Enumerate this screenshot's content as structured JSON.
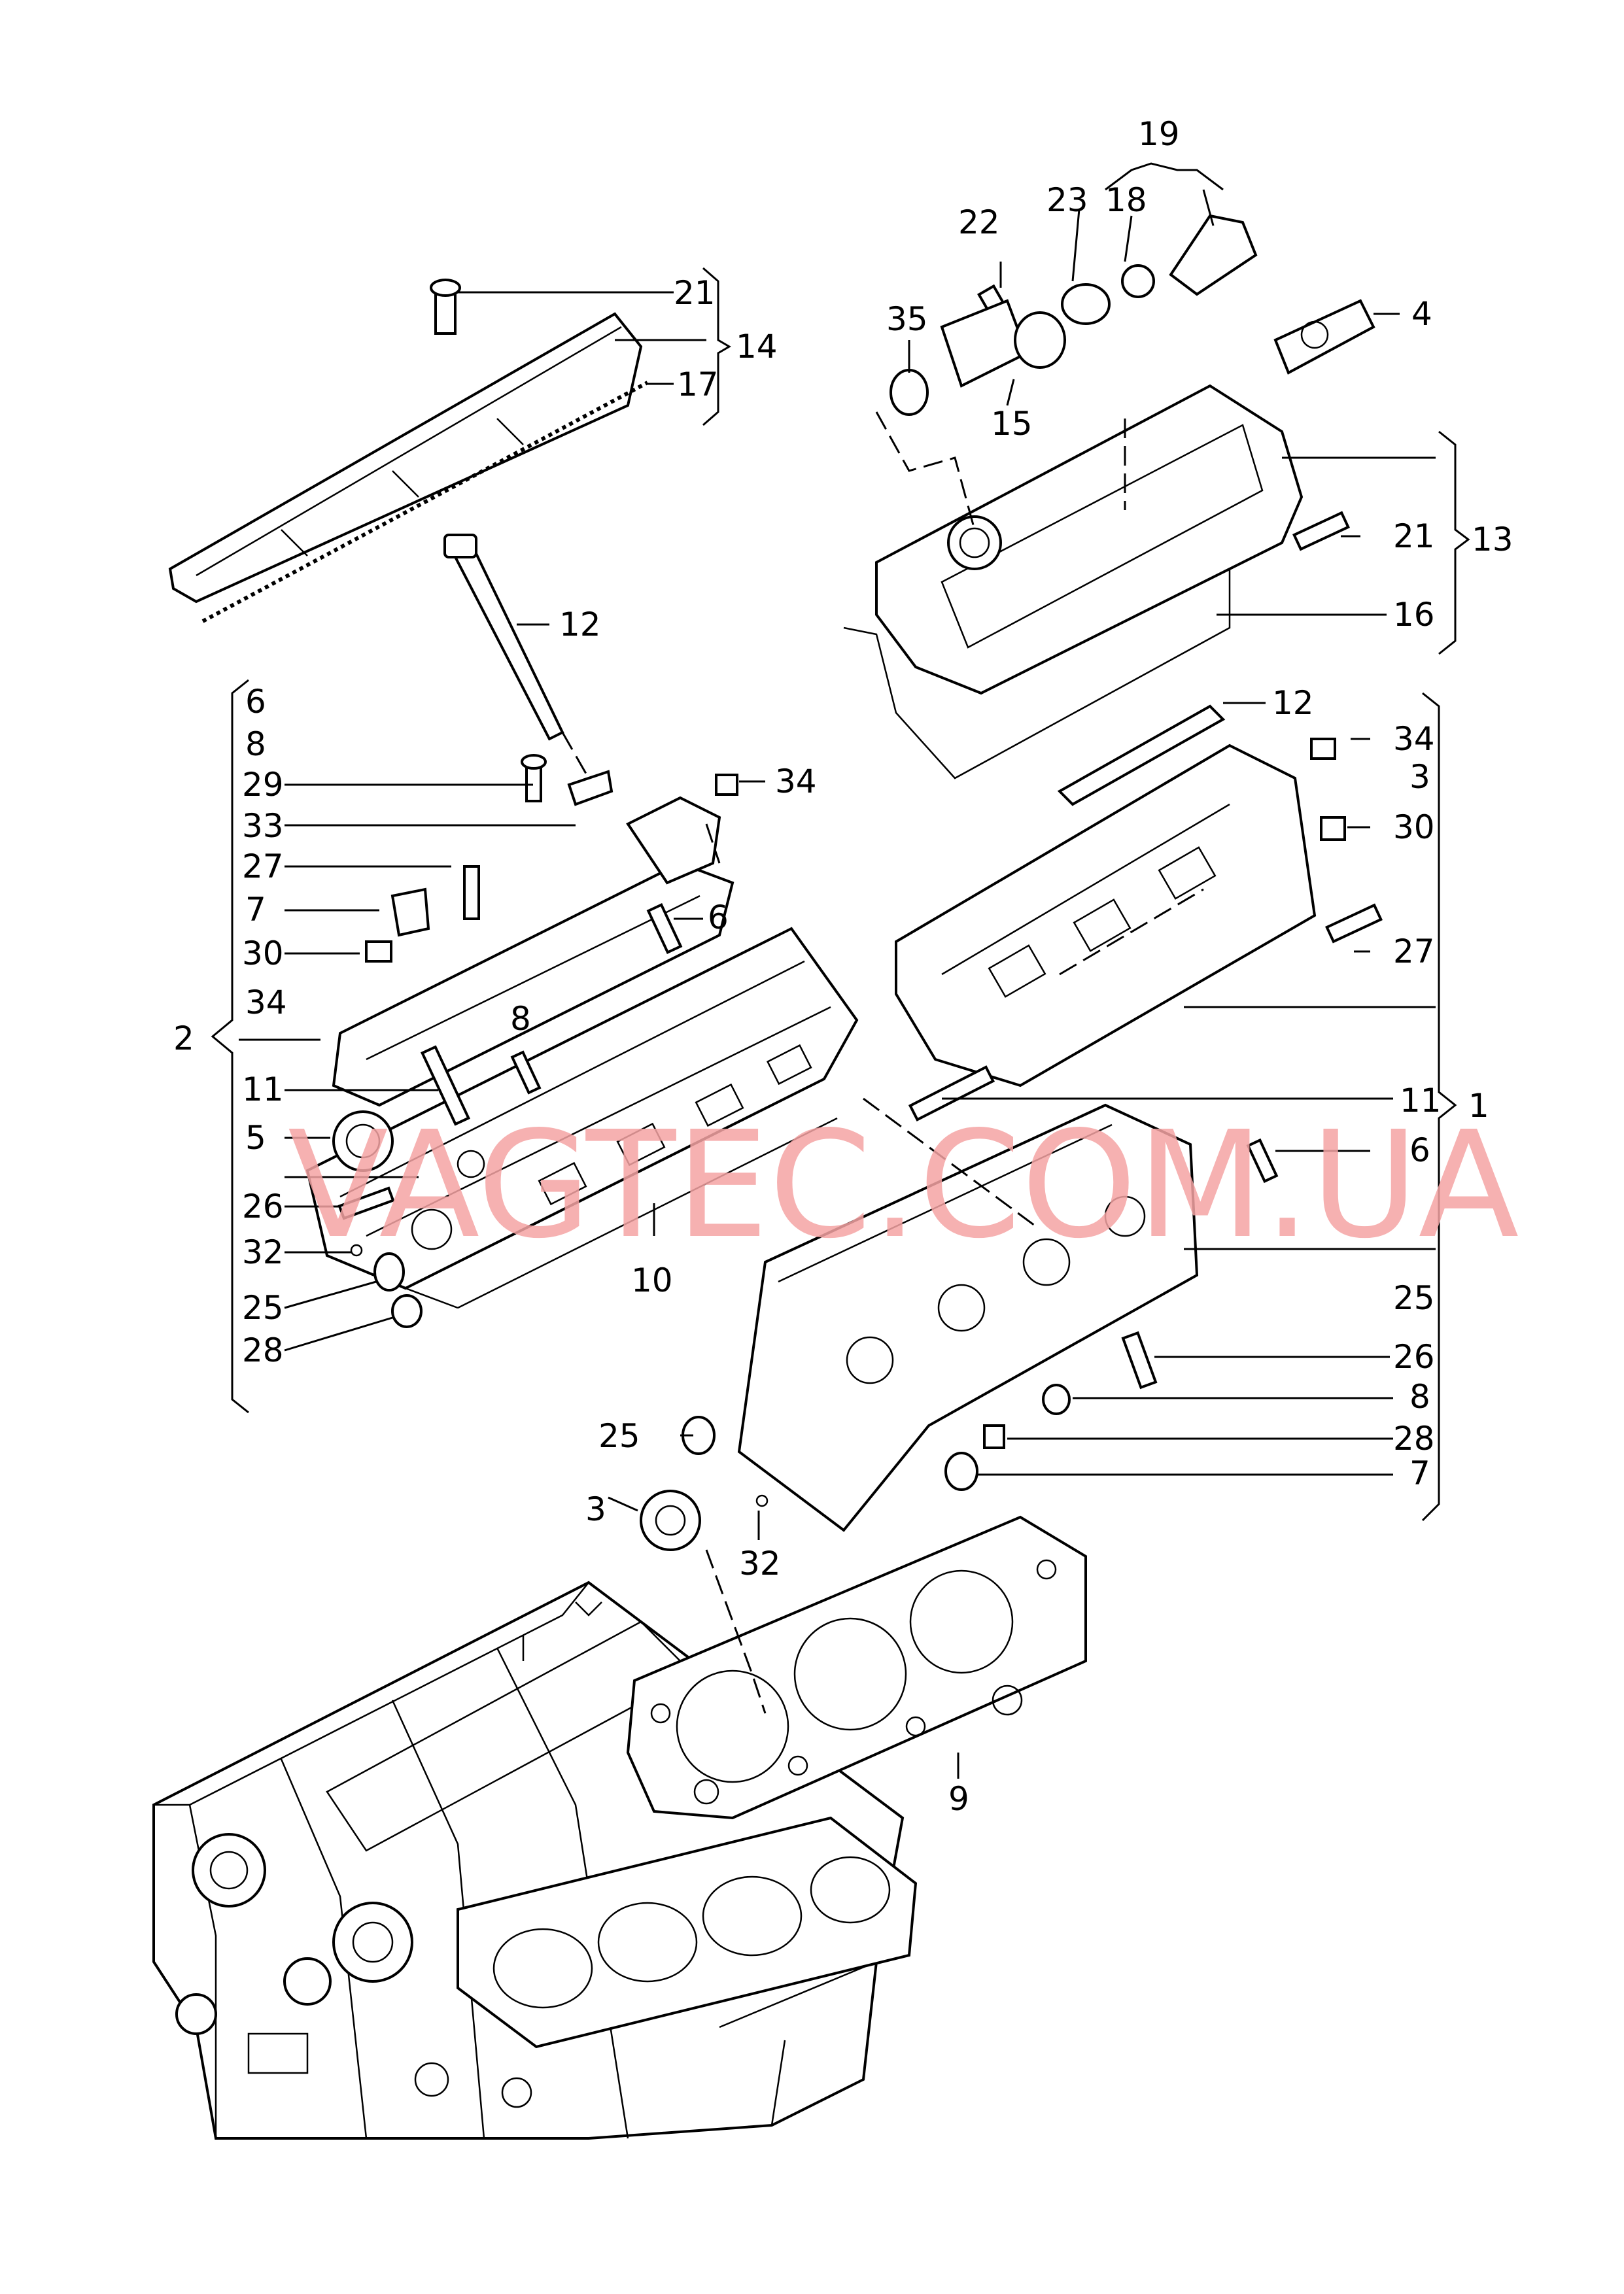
{
  "watermark": "VAGTEC.COM.UA",
  "callouts": {
    "c1": "1",
    "c2": "2",
    "c3a": "3",
    "c3b": "3",
    "c4": "4",
    "c5": "5",
    "c6a": "6",
    "c6b": "6",
    "c6c": "6",
    "c7a": "7",
    "c7b": "7",
    "c8a": "8",
    "c8b": "8",
    "c8c": "8",
    "c9": "9",
    "c10": "10",
    "c11a": "11",
    "c11b": "11",
    "c12a": "12",
    "c12b": "12",
    "c13": "13",
    "c14": "14",
    "c15": "15",
    "c16": "16",
    "c17": "17",
    "c18": "18",
    "c19": "19",
    "c21a": "21",
    "c21b": "21",
    "c22": "22",
    "c23": "23",
    "c25a": "25",
    "c25b": "25",
    "c25c": "25",
    "c26a": "26",
    "c26b": "26",
    "c27a": "27",
    "c27b": "27",
    "c28a": "28",
    "c28b": "28",
    "c29": "29",
    "c30a": "30",
    "c30b": "30",
    "c32a": "32",
    "c32b": "32",
    "c33": "33",
    "c34a": "34",
    "c34b": "34",
    "c34c": "34",
    "c35": "35"
  }
}
